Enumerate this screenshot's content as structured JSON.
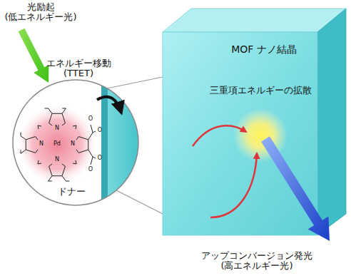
{
  "diagram": {
    "nodes": [
      {
        "text": [
          "エネルギー移動 (TTET)",
          "ドナー"
        ]
      },
      {
        "text": [
          "MOF ナノ結晶",
          "三重項エネルギーの拡散"
        ]
      }
    ],
    "labels": [
      "光励起 (低エネルギー光)",
      "Pd",
      "N",
      "N",
      "N",
      "N",
      "O",
      "O",
      "O",
      "O",
      "アップコンバージョン発光 (高エネルギー光)"
    ]
  }
}
